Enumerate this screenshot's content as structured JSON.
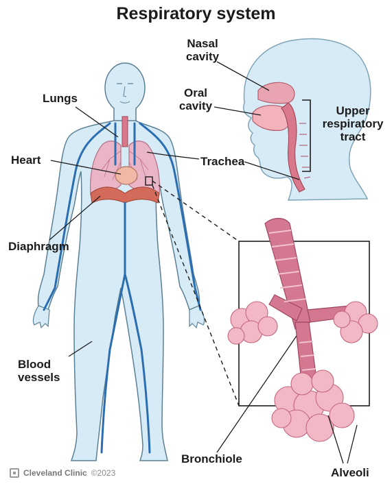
{
  "title": "Respiratory system",
  "labels": {
    "nasal_cavity": [
      "Nasal",
      "cavity"
    ],
    "oral_cavity": [
      "Oral",
      "cavity"
    ],
    "upper_respiratory_tract": [
      "Upper",
      "respiratory",
      "tract"
    ],
    "lungs": "Lungs",
    "heart": "Heart",
    "trachea": "Trachea",
    "diaphragm": "Diaphragm",
    "blood_vessels": [
      "Blood",
      "vessels"
    ],
    "bronchiole": "Bronchiole",
    "alveoli": "Alveoli"
  },
  "credit": {
    "brand": "Cleveland Clinic",
    "year": "©2023"
  },
  "colors": {
    "skin": "#d6ebf5",
    "skin_outline": "#5a7f93",
    "vessel": "#2a6db0",
    "lung": "#e6a3b8",
    "diaphragm": "#d46a5a",
    "airway": "#c8566e",
    "alveoli": "#f3b8c6"
  }
}
